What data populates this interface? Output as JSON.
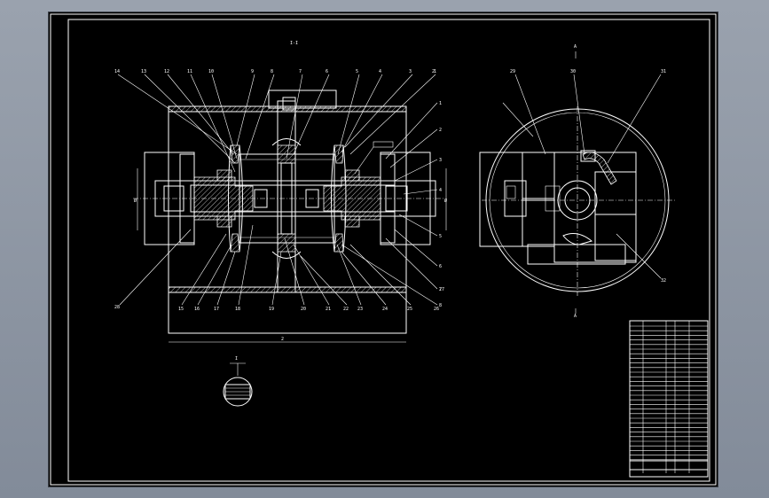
{
  "section_mark": "I-I",
  "view_mark": "A",
  "small_view_mark": "I",
  "callouts_top": [
    "14",
    "13",
    "12",
    "11",
    "10",
    "9",
    "8",
    "7",
    "6",
    "5",
    "4",
    "3",
    "2",
    "1"
  ],
  "callouts_bottom": [
    "15",
    "16",
    "17",
    "18",
    "19",
    "20",
    "21",
    "22",
    "23",
    "24",
    "25",
    "26",
    "27"
  ],
  "callouts_right": [
    "1",
    "2",
    "3",
    "4",
    "5",
    "6",
    "7",
    "8"
  ],
  "callouts_left": [
    "28"
  ],
  "callouts_view_a": [
    "29",
    "30",
    "31",
    "32"
  ],
  "dimension_labels": [
    "Ø",
    "Ø",
    "2"
  ],
  "note_box": "",
  "colors": {
    "sheet": "#000000",
    "line": "#ffffff",
    "chrome": "#8c95a3"
  }
}
